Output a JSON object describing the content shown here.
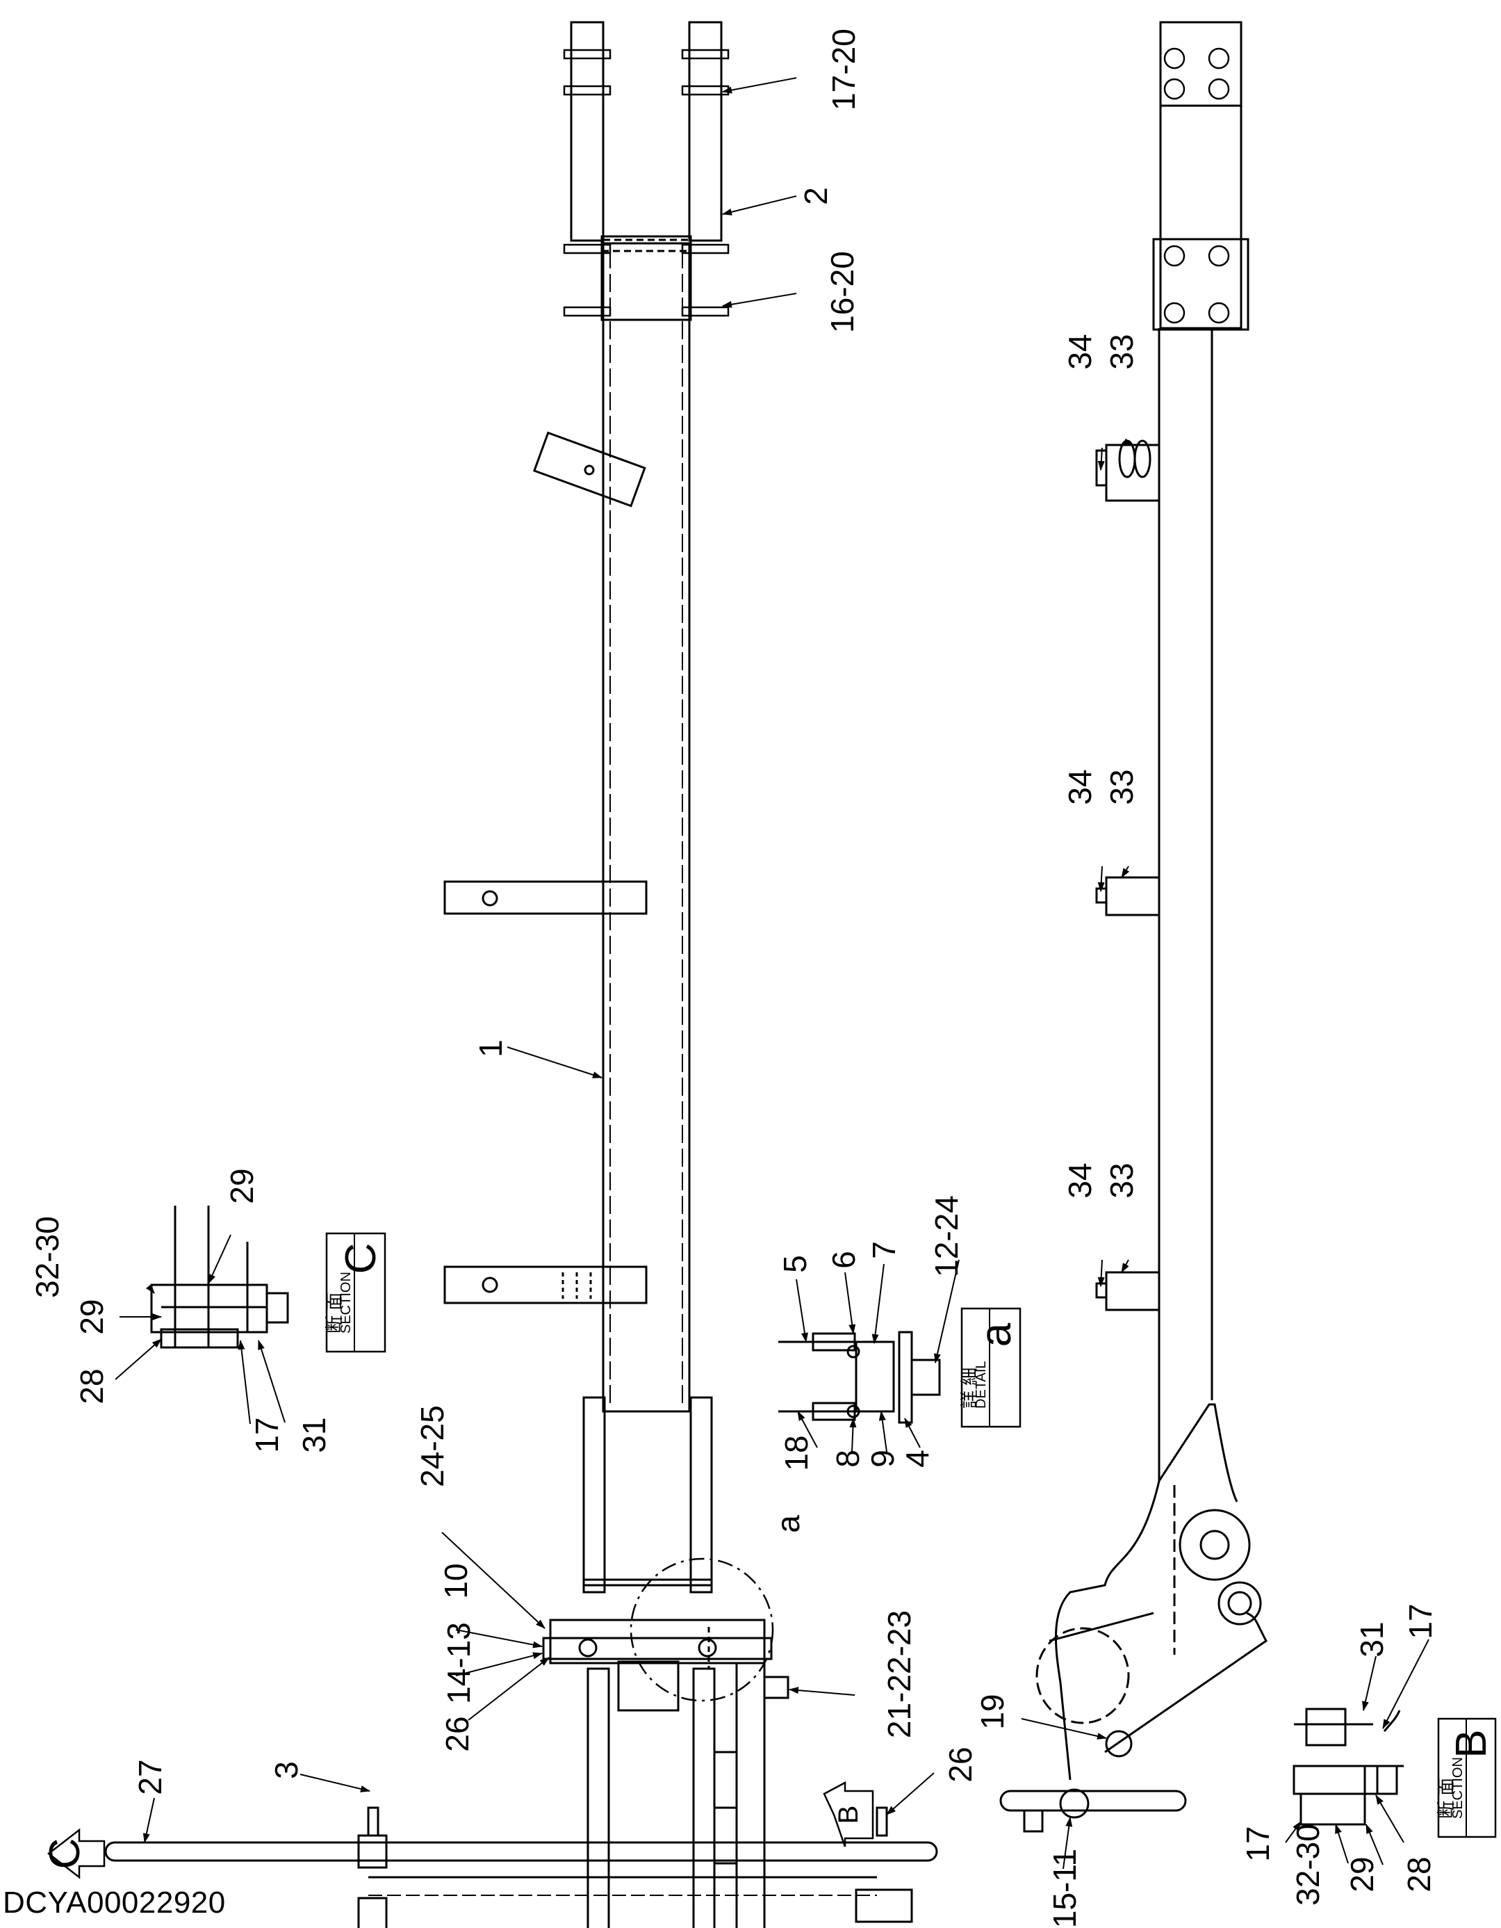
{
  "drawing_code": "DCYA00022920",
  "view_markers": {
    "c": "C",
    "b": "B"
  },
  "section_c": {
    "jp": "断 面",
    "en": "SECTION",
    "letter": "C"
  },
  "section_b": {
    "jp": "断 面",
    "en": "SECTION",
    "letter": "B"
  },
  "detail_a": {
    "jp": "詳 細",
    "en": "DETAIL",
    "letter": "a"
  },
  "detail_circle_letter": "a",
  "labels": {
    "p17_20": "17-20",
    "p2": "2",
    "p16_20": "16-20",
    "p1": "1",
    "p3": "3",
    "p26_right": "26",
    "p27": "27",
    "p24_25": "24-25",
    "p10": "10",
    "p14_13": "14-13",
    "p26_left": "26",
    "p21_22_23": "21-22-23",
    "p5": "5",
    "p6": "6",
    "p7": "7",
    "p12_24": "12-24",
    "p18": "18",
    "p8": "8",
    "p9": "9",
    "p4": "4",
    "c32_30": "32-30",
    "c29_top": "29",
    "c29_mid": "29",
    "c28": "28",
    "c17": "17",
    "c31": "31",
    "p34_top": "34",
    "p33_top": "33",
    "p34_mid": "34",
    "p33_mid": "33",
    "p34_low": "34",
    "p33_low": "33",
    "p19": "19",
    "p15_11": "15-11",
    "b31": "31",
    "b17_top": "17",
    "b17_bottom": "17",
    "b32_30": "32-30",
    "b29": "29",
    "b28": "28"
  }
}
